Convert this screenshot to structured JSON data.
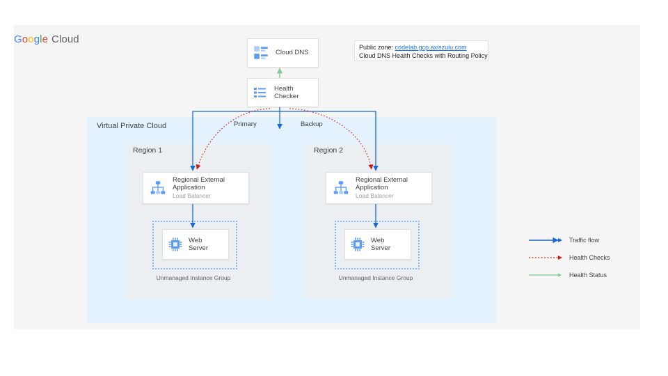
{
  "brand": {
    "google": "Google",
    "cloud": "Cloud"
  },
  "note": {
    "line1_prefix": "Public zone:",
    "zone_url": "codelab.gcp.axiszulu.com",
    "line2": "Cloud DNS Health Checks with Routing Policy"
  },
  "nodes": {
    "dns": {
      "label": "Cloud DNS",
      "icon": "cloud-dns-icon"
    },
    "health_checker": {
      "label_line1": "Health",
      "label_line2": "Checker",
      "icon": "health-checker-icon"
    },
    "lb1": {
      "title_line1": "Regional External",
      "title_line2": "Application",
      "subtitle": "Load Balancer",
      "icon": "load-balancer-icon"
    },
    "lb2": {
      "title_line1": "Regional External",
      "title_line2": "Application",
      "subtitle": "Load Balancer",
      "icon": "load-balancer-icon"
    },
    "ws1": {
      "label_line1": "Web",
      "label_line2": "Server",
      "icon": "web-server-chip-icon"
    },
    "ws2": {
      "label_line1": "Web",
      "label_line2": "Server",
      "icon": "web-server-chip-icon"
    }
  },
  "containers": {
    "vpc": "Virtual Private Cloud",
    "region1": "Region 1",
    "region2": "Region 2",
    "instance_group1": "Unmanaged Instance Group",
    "instance_group2": "Unmanaged Instance Group"
  },
  "flow_labels": {
    "primary": "Primary",
    "backup": "Backup"
  },
  "legend": {
    "items": [
      {
        "label": "Traffic flow",
        "color": "#1967d2",
        "style": "solid"
      },
      {
        "label": "Health Checks",
        "color": "#c5221f",
        "style": "dotted"
      },
      {
        "label": "Health Status",
        "color": "#81c995",
        "style": "solid"
      }
    ]
  },
  "colors": {
    "canvas": "#f5f5f5",
    "vpc_fill": "#e3f2fd",
    "region_fill": "#eceff1",
    "traffic": "#1967d2",
    "health_check": "#c5221f",
    "health_status": "#81c995",
    "icon_blue": "#5b9bf8",
    "link": "#1a73e8"
  }
}
